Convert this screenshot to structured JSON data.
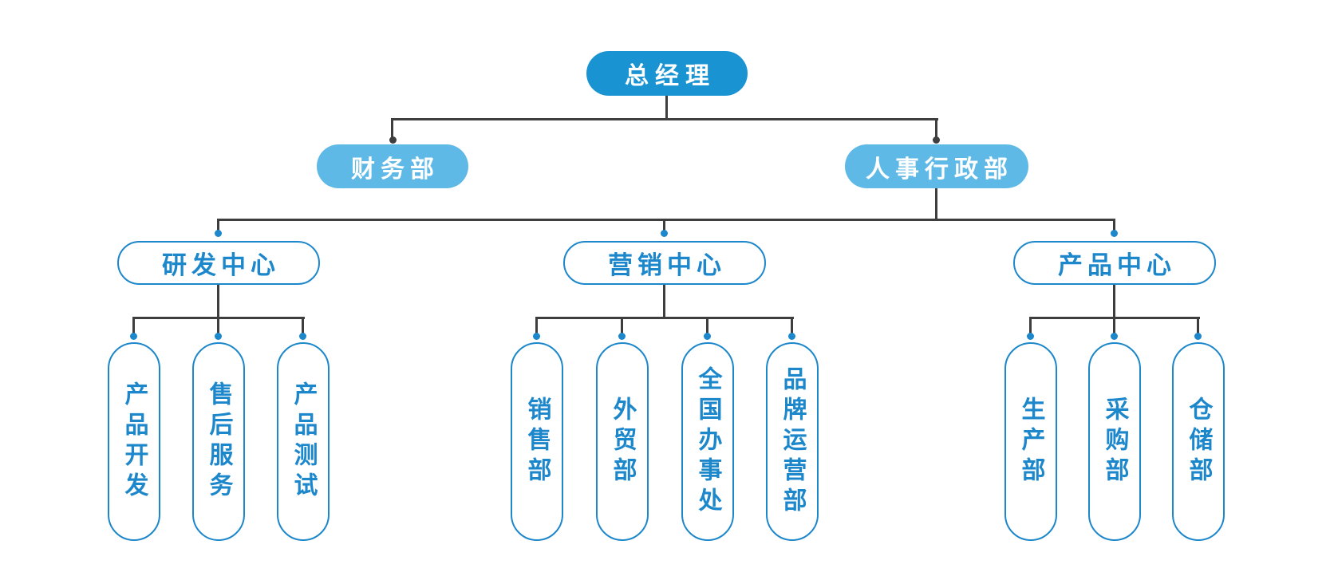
{
  "page": {
    "background": "#ffffff"
  },
  "colors": {
    "node-solid": "#1a93d2",
    "node-light": "#5fb9e6",
    "node-outline": "#1d87cb",
    "node-text-light": "#ffffff",
    "connector": "#3e3e3e"
  },
  "org": {
    "root": {
      "label": "总经理"
    },
    "departments": [
      {
        "label": "财务部"
      },
      {
        "label": "人事行政部"
      }
    ],
    "centers": [
      {
        "label": "研发中心",
        "children": [
          {
            "label": "产品开发"
          },
          {
            "label": "售后服务"
          },
          {
            "label": "产品测试"
          }
        ]
      },
      {
        "label": "营销中心",
        "children": [
          {
            "label": "销售部"
          },
          {
            "label": "外贸部"
          },
          {
            "label": "全国办事处"
          },
          {
            "label": "品牌运营部"
          }
        ]
      },
      {
        "label": "产品中心",
        "children": [
          {
            "label": "生产部"
          },
          {
            "label": "采购部"
          },
          {
            "label": "仓储部"
          }
        ]
      }
    ]
  }
}
